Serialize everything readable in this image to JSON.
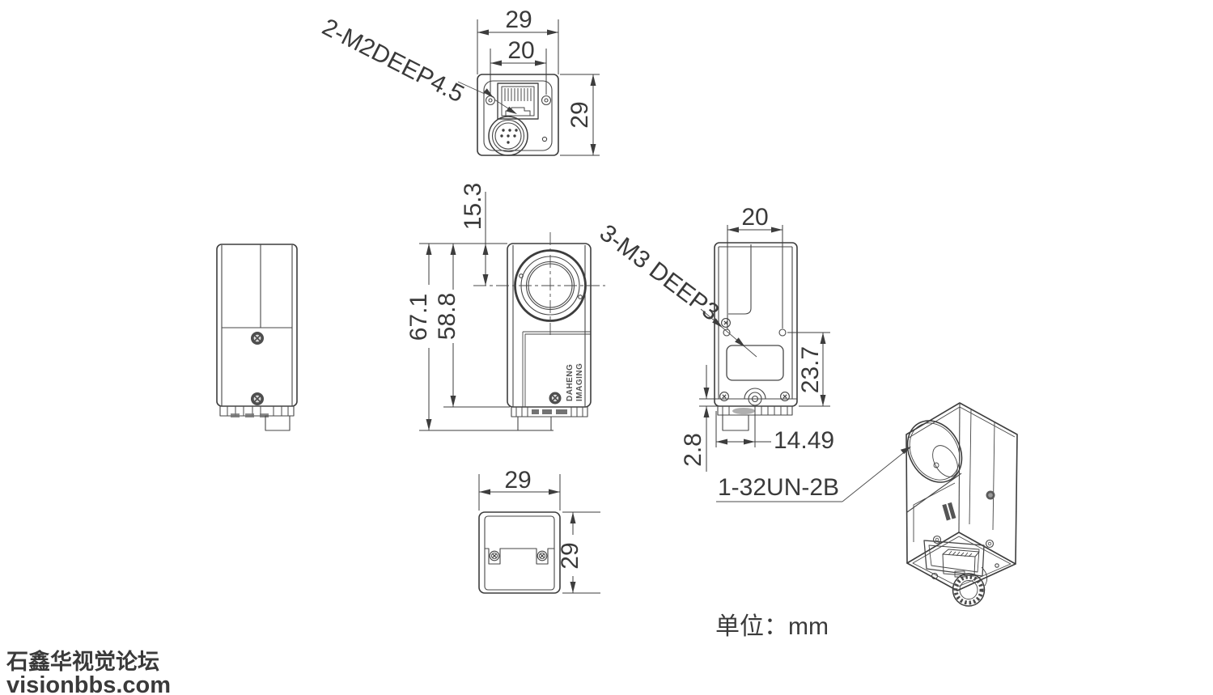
{
  "drawing": {
    "unit_note": "单位：mm",
    "callouts": {
      "top_screws": "2-M2DEEP4.5",
      "back_screws": "3-M3 DEEP3",
      "lens_thread": "1-32UN-2B"
    },
    "logo": {
      "line1": "DAHENG",
      "line2": "IMAGING"
    },
    "views": {
      "top": {
        "width": "29",
        "screw_spacing": "20",
        "depth": "29"
      },
      "front": {
        "lens_center_offset": "15.3",
        "total_height": "67.1",
        "body_height": "58.8"
      },
      "back": {
        "screw_spacing": "20",
        "hole_to_bottom": "23.7",
        "flange_thickness": "2.8",
        "connector_offset": "14.49"
      },
      "bottom": {
        "width": "29",
        "depth": "29"
      }
    }
  },
  "watermark": {
    "line1": "石鑫华视觉论坛",
    "line2": "visionbbs.com",
    "color": "#0000ee"
  },
  "colors": {
    "line": "#3d3d3d",
    "background": "#ffffff"
  }
}
